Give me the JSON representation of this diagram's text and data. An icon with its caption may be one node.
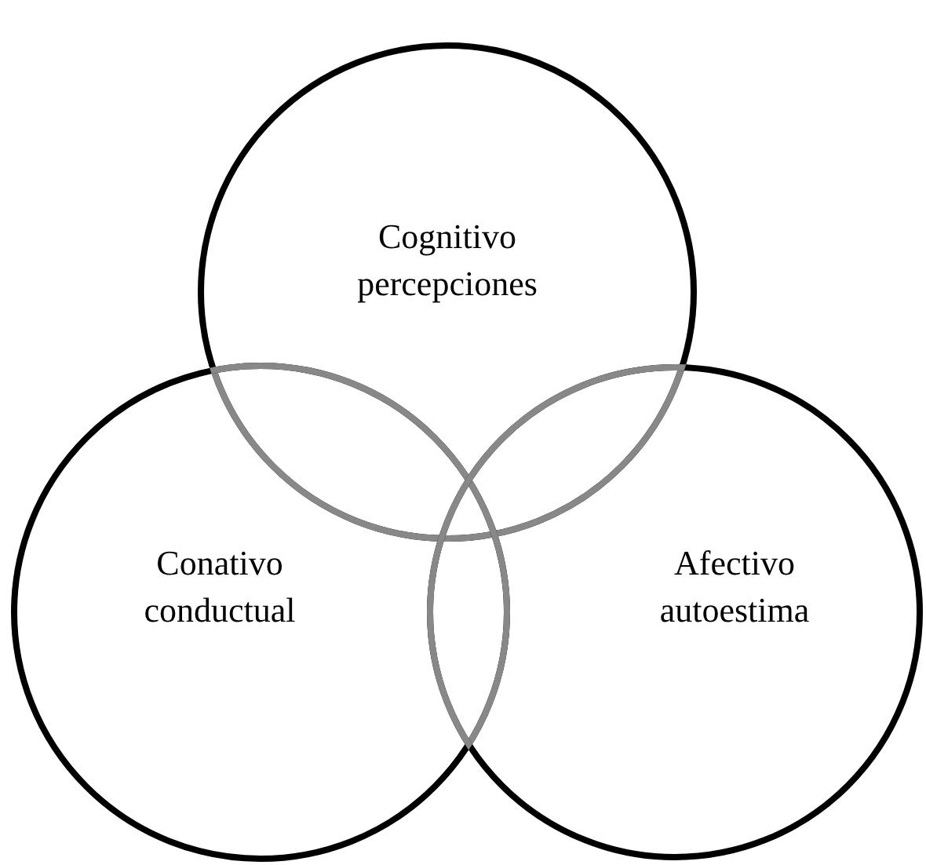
{
  "diagram": {
    "nodes": [
      {
        "text": [
          "Cognitivo",
          "percepciones"
        ]
      },
      {
        "text": [
          "Conativo",
          "conductual"
        ]
      },
      {
        "text": [
          "Afectivo",
          "autoestima"
        ]
      }
    ]
  }
}
